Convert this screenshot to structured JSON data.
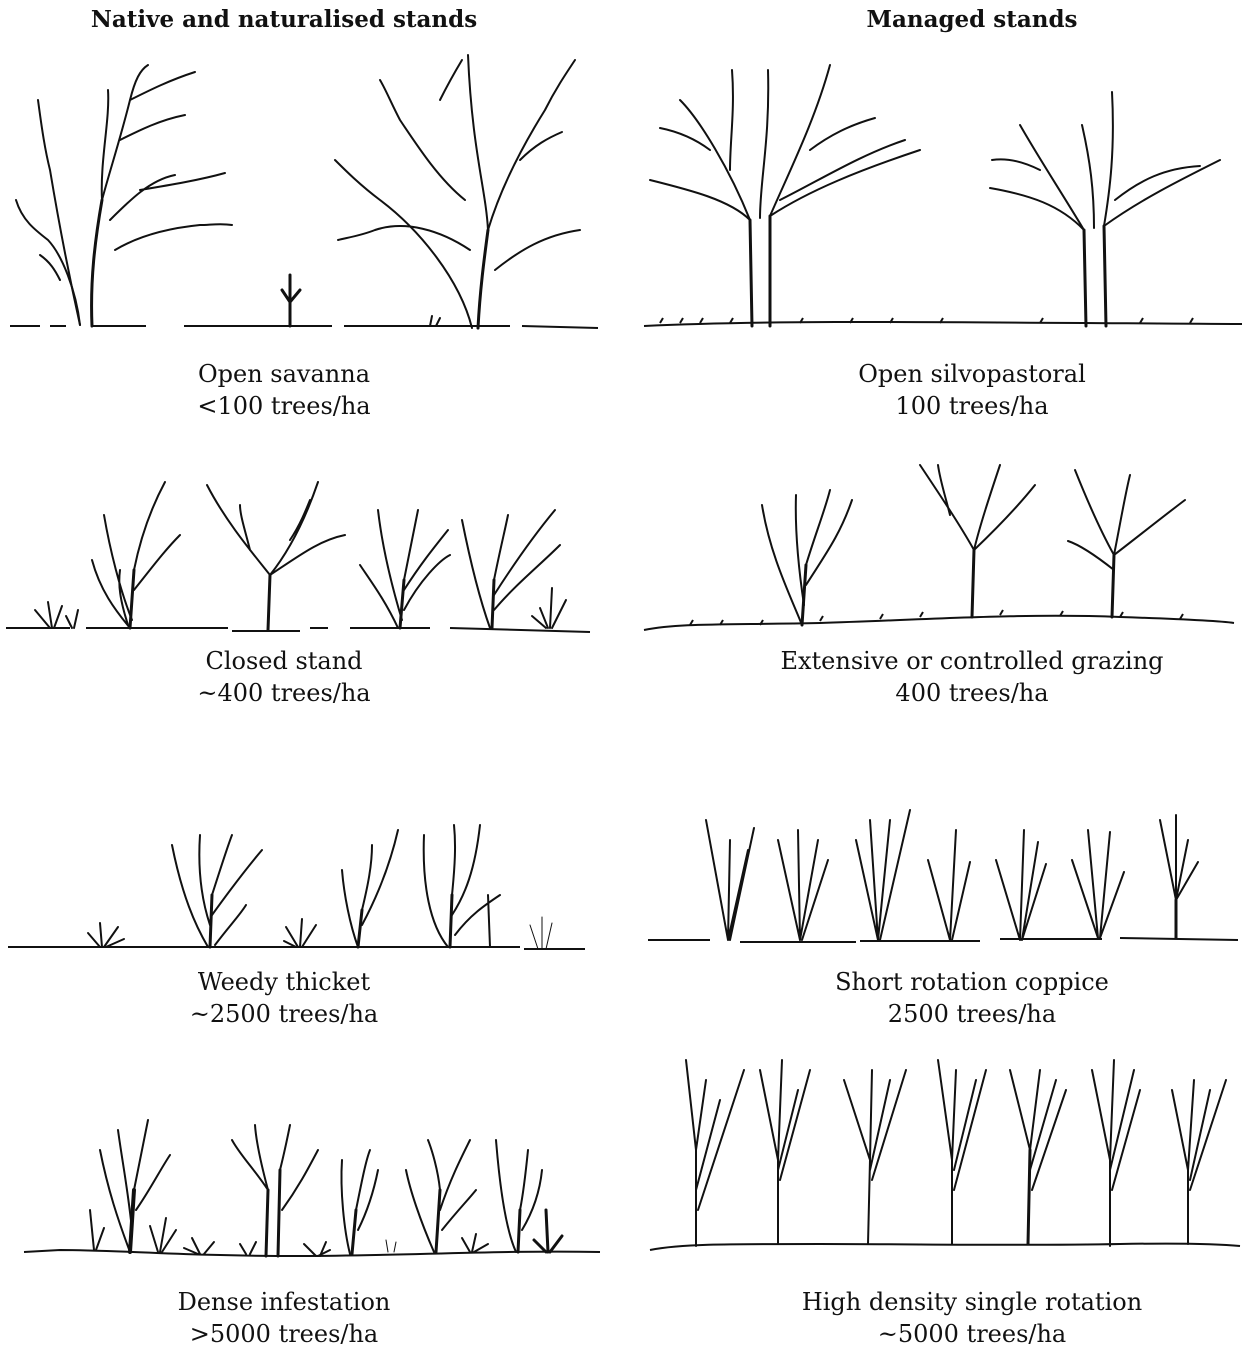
{
  "columns": {
    "left": "Native and naturalised stands",
    "right": "Managed stands"
  },
  "panels": [
    {
      "id": "open-savanna",
      "name": "Open savanna",
      "density": "<100 trees/ha"
    },
    {
      "id": "open-silvopastoral",
      "name": "Open silvopastoral",
      "density": "100 trees/ha"
    },
    {
      "id": "closed-stand",
      "name": "Closed stand",
      "density": "~400 trees/ha"
    },
    {
      "id": "extensive-grazing",
      "name": "Extensive or controlled grazing",
      "density": "400 trees/ha"
    },
    {
      "id": "weedy-thicket",
      "name": "Weedy thicket",
      "density": "~2500 trees/ha"
    },
    {
      "id": "short-rotation-coppice",
      "name": "Short rotation coppice",
      "density": "2500 trees/ha"
    },
    {
      "id": "dense-infestation",
      "name": "Dense infestation",
      "density": ">5000 trees/ha"
    },
    {
      "id": "high-density-single-rotation",
      "name": "High density single rotation",
      "density": "~5000 trees/ha"
    }
  ],
  "colors": {
    "ink": "#111111",
    "background": "#ffffff"
  }
}
